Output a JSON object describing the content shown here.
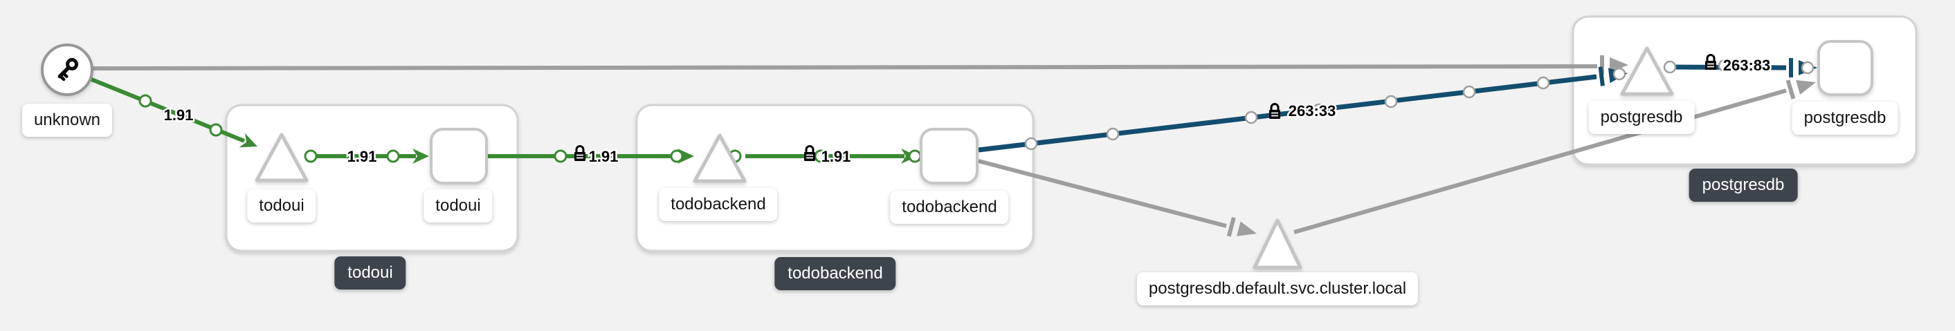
{
  "graph": {
    "nodes": {
      "unknown": {
        "label": "unknown",
        "type": "unknown-source",
        "icon": "key-icon"
      },
      "todoui_service": {
        "label": "todoui",
        "type": "service"
      },
      "todoui_workload": {
        "label": "todoui",
        "type": "workload"
      },
      "todobackend_service": {
        "label": "todobackend",
        "type": "service"
      },
      "todobackend_workload": {
        "label": "todobackend",
        "type": "workload"
      },
      "postgresdb_service": {
        "label": "postgresdb",
        "type": "service"
      },
      "postgresdb_workload": {
        "label": "postgresdb",
        "type": "workload"
      },
      "external_service": {
        "label": "postgresdb.default.svc.cluster.local",
        "type": "service"
      }
    },
    "groups": {
      "todoui": {
        "label": "todoui"
      },
      "todobackend": {
        "label": "todobackend"
      },
      "postgresdb": {
        "label": "postgresdb"
      }
    },
    "edges": {
      "unknown_to_todoui_service": {
        "label": "1.91",
        "secure": false,
        "status": "http"
      },
      "todoui_service_to_workload": {
        "label": "1.91",
        "secure": false,
        "status": "http"
      },
      "todoui_workload_to_todobackend_service": {
        "label": "1.91",
        "secure": true,
        "status": "http"
      },
      "todobackend_service_to_workload": {
        "label": "1.91",
        "secure": true,
        "status": "http"
      },
      "todobackend_workload_to_postgresdb_service": {
        "label": "263:33",
        "secure": true,
        "status": "tcp"
      },
      "postgresdb_service_to_workload": {
        "label": "263:83",
        "secure": true,
        "status": "tcp"
      },
      "unknown_to_postgresdb_service": {
        "label": "",
        "secure": false,
        "status": "idle"
      },
      "todobackend_workload_to_external_service": {
        "label": "",
        "secure": false,
        "status": "idle"
      },
      "external_service_to_postgresdb_workload": {
        "label": "",
        "secure": false,
        "status": "idle"
      }
    },
    "colors": {
      "http_edge": "#3a8a33",
      "tcp_edge": "#134d6e",
      "idle_edge": "#9e9e9e",
      "node_border": "#c4c4c4",
      "badge_bg": "#3e444b",
      "background": "#f2f2f2",
      "lock_icon": "#000000"
    }
  }
}
